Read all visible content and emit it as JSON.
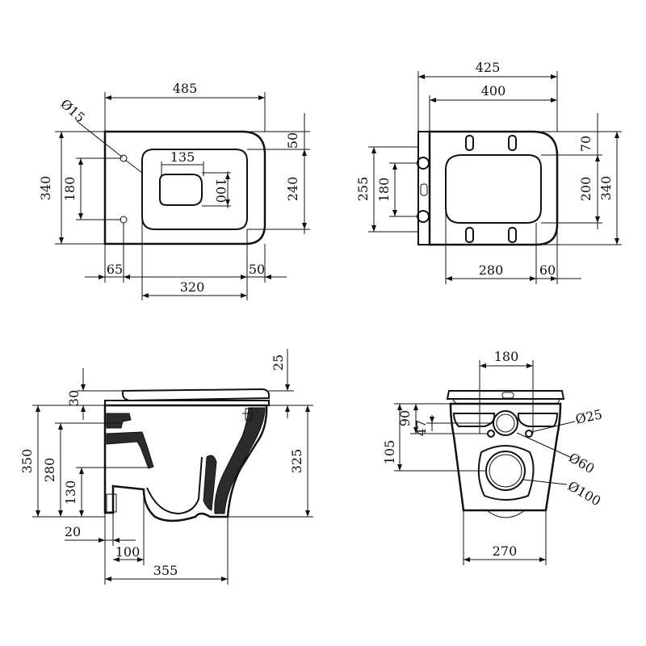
{
  "top_view": {
    "width_label": "485",
    "hole_diameter_label": "Ø15",
    "bowl_width_label": "135",
    "bowl_depth_label": "100",
    "depth_label": "340",
    "hole_spacing_label": "180",
    "rear_offset_label": "50",
    "right_depth_label": "240",
    "hole_offset_label": "65",
    "opening_offset_label": "50",
    "opening_length_label": "320"
  },
  "seat_view": {
    "overall_width_label": "425",
    "seat_width_label": "400",
    "hinge_span_label": "255",
    "fixing_spacing_label": "180",
    "front_gap_label": "70",
    "opening_width_label": "200",
    "depth_label": "340",
    "opening_length_label": "280",
    "front_offset_label": "60"
  },
  "side_view": {
    "seat_thickness_label": "25",
    "seat_height_label": "30",
    "total_height_label": "350",
    "outlet_height_label": "280",
    "inlet_height_label": "130",
    "bowl_height_label": "325",
    "outlet_offset_label": "20",
    "pipe_length_label": "100",
    "projection_label": "355"
  },
  "rear_view": {
    "fixing_spacing_label": "180",
    "inlet_offset_label": "90",
    "inlet_height_label": "47",
    "outlet_offset_label": "105",
    "fixing_hole_label": "Ø25",
    "inlet_diameter_label": "Ø60",
    "outlet_diameter_label": "Ø100",
    "base_width_label": "270"
  }
}
